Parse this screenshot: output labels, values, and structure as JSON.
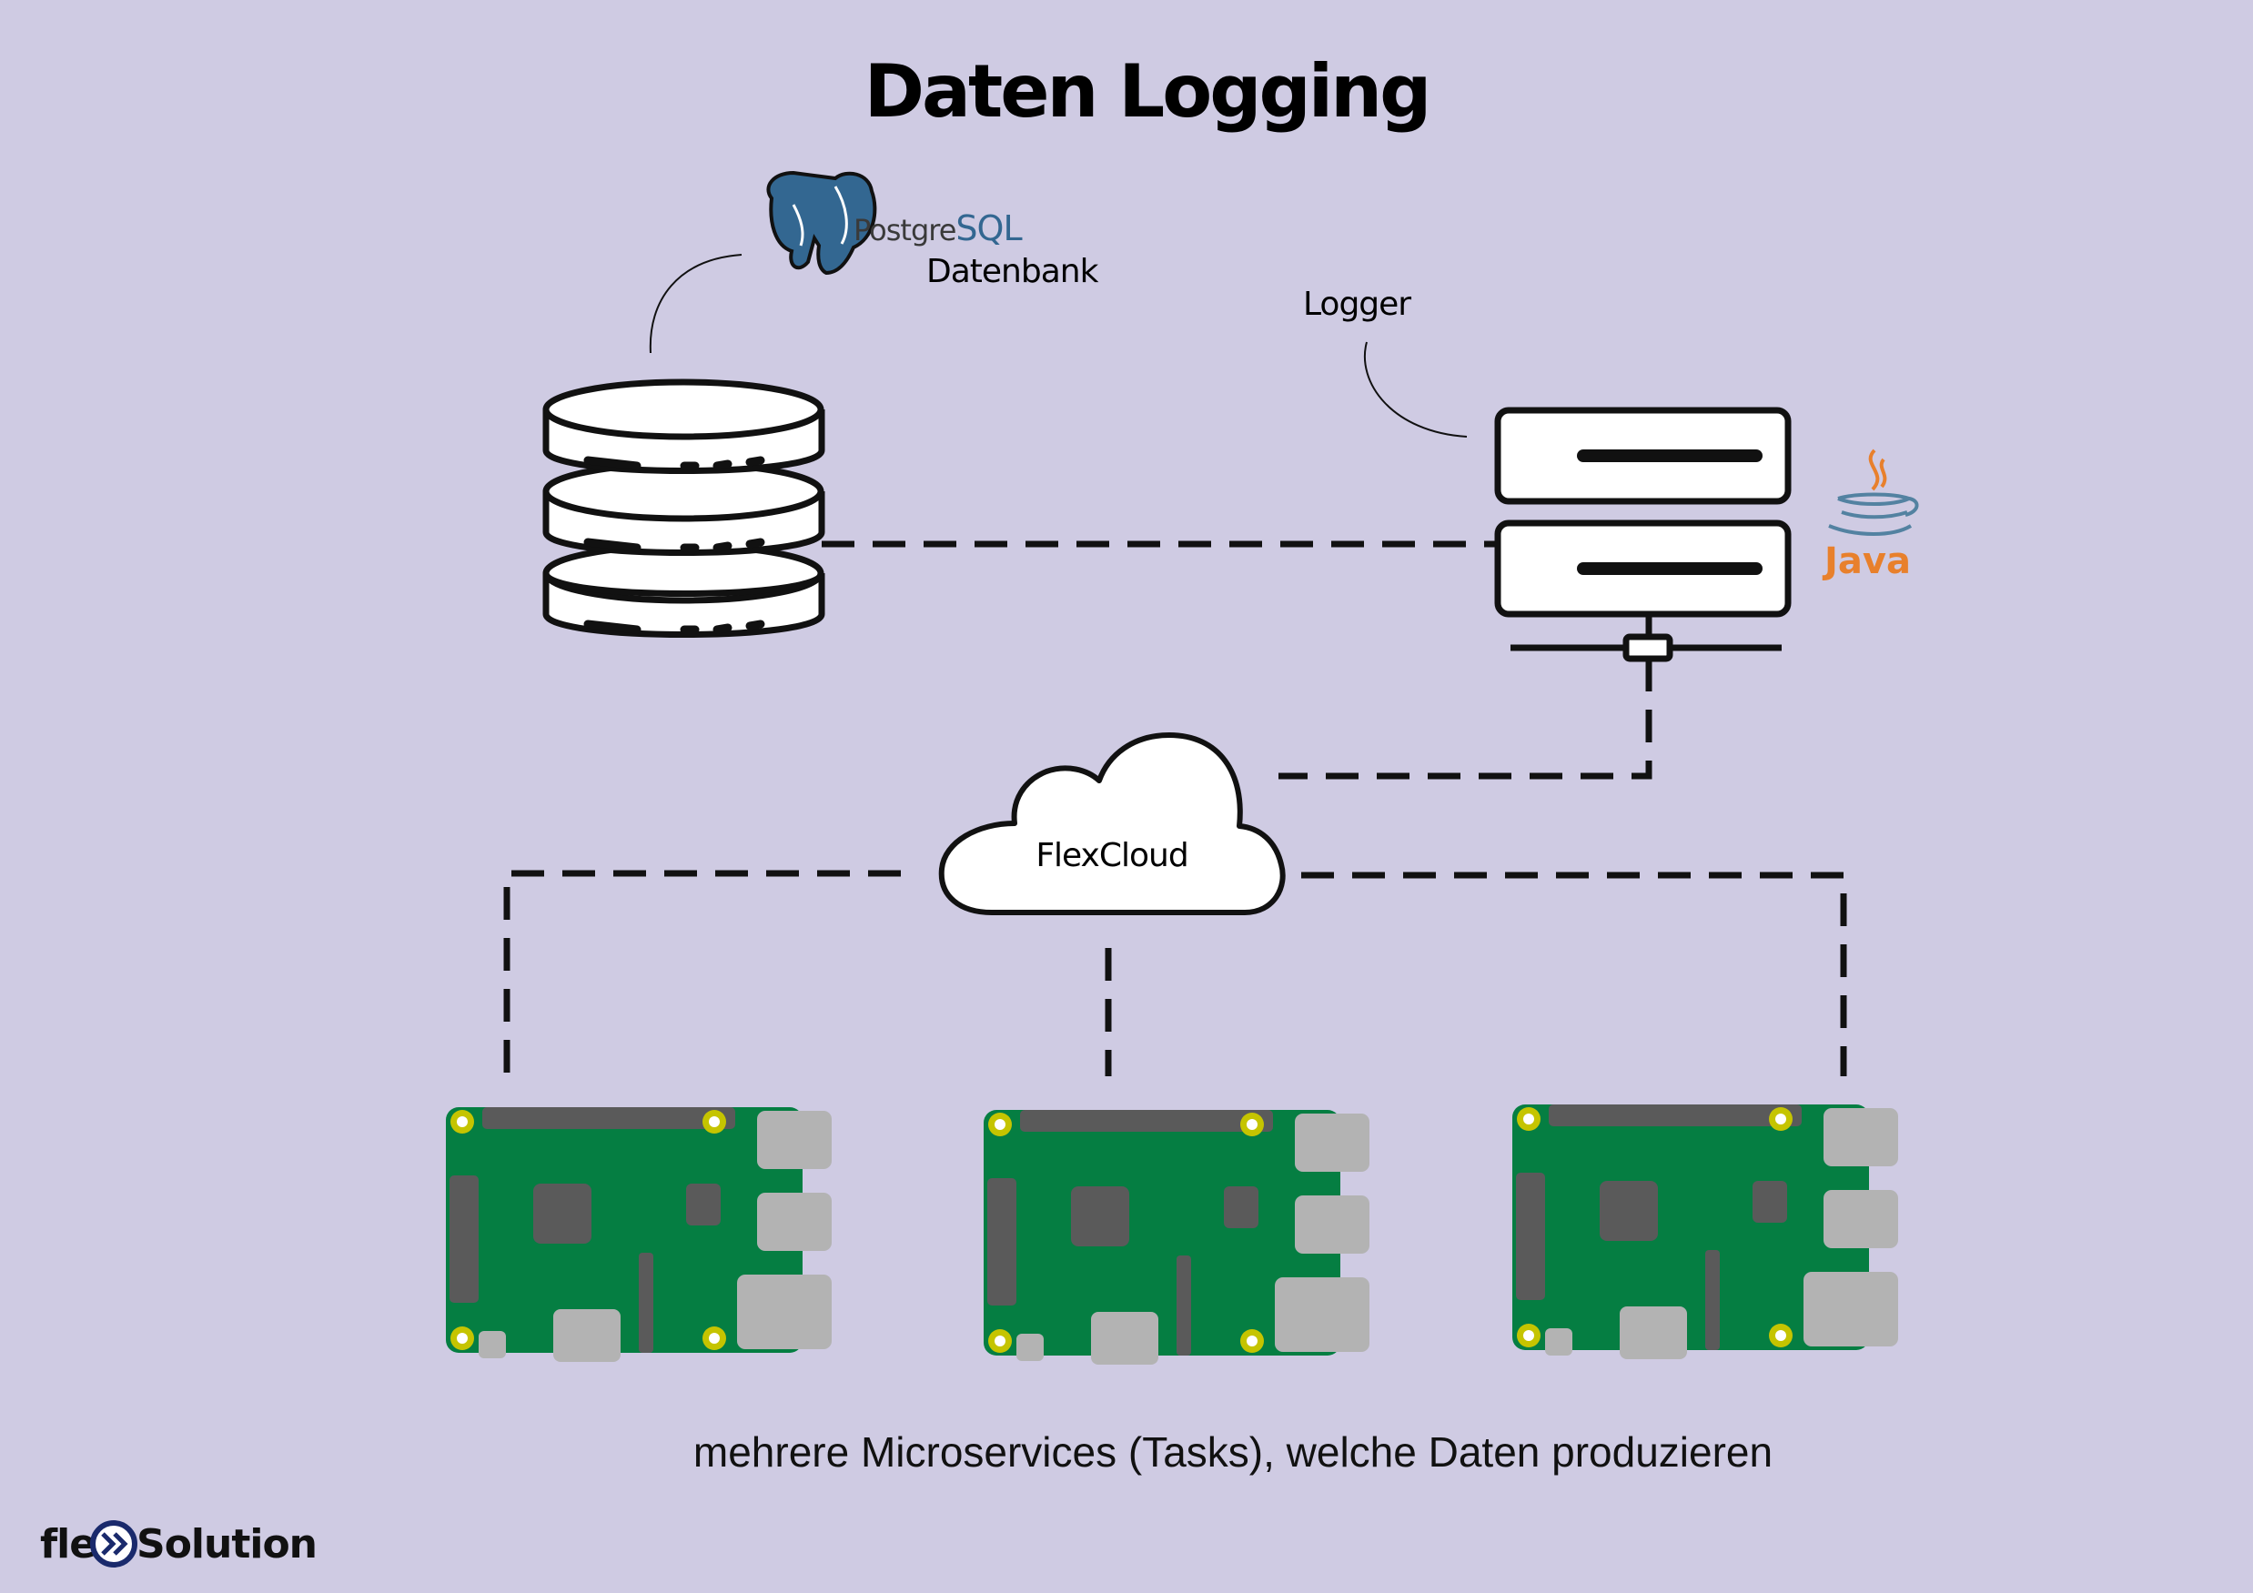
{
  "title": "Daten Logging",
  "database": {
    "logo_text_1": "Postgre",
    "logo_text_2": "SQL",
    "label": "Datenbank"
  },
  "logger": {
    "label": "Logger",
    "tech": "Java"
  },
  "cloud": {
    "label": "FlexCloud"
  },
  "microservices": {
    "count": 3,
    "caption": "mehrere Microservices (Tasks), welche Daten produzieren"
  },
  "brand": {
    "part1": "fle",
    "part2": "Solution"
  },
  "colors": {
    "background": "#cfcbe3",
    "board": "#057e42",
    "chip": "#5a5a5a",
    "port": "#b3b3b3",
    "hole": "#c5c400",
    "postgres": "#336791",
    "java": "#e8802c"
  },
  "icons": [
    "postgresql-elephant-icon",
    "database-server-icon",
    "logger-server-icon",
    "java-logo-icon",
    "cloud-icon",
    "raspberry-pi-board-icon",
    "flexsolution-logo-icon"
  ]
}
